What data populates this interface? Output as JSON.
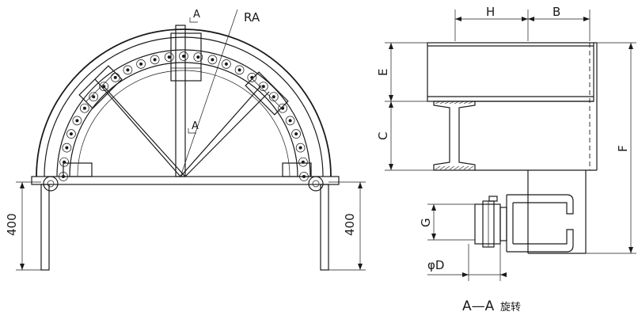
{
  "left_view": {
    "radius_label": "RA",
    "height_left": "400",
    "height_right": "400",
    "section_marker_top": "A",
    "section_marker_mid": "A"
  },
  "right_view": {
    "dim_h": "H",
    "dim_b": "B",
    "dim_e": "E",
    "dim_c": "C",
    "dim_f": "F",
    "dim_g": "G",
    "dim_d": "φD"
  },
  "caption": {
    "section": "A—A",
    "note": "旋转"
  }
}
